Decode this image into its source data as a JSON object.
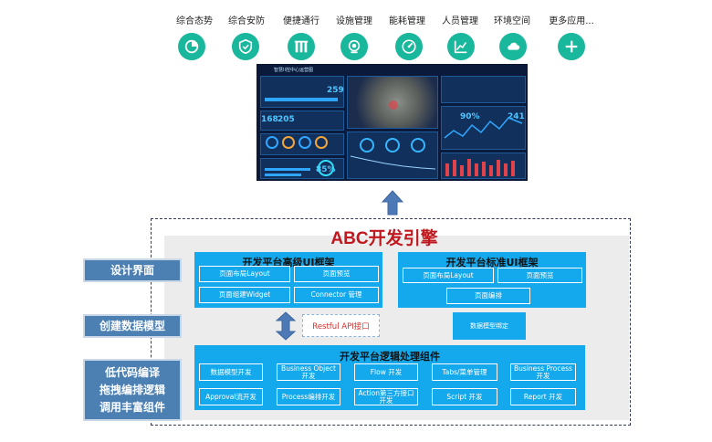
{
  "top_nav": {
    "items": [
      {
        "label": "综合态势",
        "icon": "pie-chart-icon"
      },
      {
        "label": "综合安防",
        "icon": "shield-check-icon"
      },
      {
        "label": "便捷通行",
        "icon": "turnstile-icon"
      },
      {
        "label": "设施管理",
        "icon": "camera-icon"
      },
      {
        "label": "能耗管理",
        "icon": "gauge-icon"
      },
      {
        "label": "人员管理",
        "icon": "line-chart-icon"
      },
      {
        "label": "环境空间",
        "icon": "cloud-icon"
      },
      {
        "label": "更多应用...",
        "icon": "plus-icon"
      }
    ],
    "icon_color": "#19b79b"
  },
  "dashboard": {
    "title": "智慧II控中心运营图",
    "numbers": [
      "259",
      "168",
      "205",
      "90%",
      "241",
      "85%"
    ]
  },
  "engine": {
    "title": "ABC开发引擎",
    "title_color": "#c0181e"
  },
  "left_labels": {
    "design": "设计界面",
    "data_model": "创建数据模型",
    "lowcode": [
      "低代码编译",
      "拖拽编排逻辑",
      "调用丰富组件"
    ]
  },
  "advanced_ui": {
    "title": "开发平台高级UI框架",
    "cells": [
      "页面布局Layout",
      "页面预览",
      "页面组建Widget",
      "Connector 管理"
    ]
  },
  "standard_ui": {
    "title": "开发平台标准UI框架",
    "cells": [
      "页面布局Layout",
      "页面预览",
      "页面编排"
    ]
  },
  "restful": "Restful API接口",
  "data_model_binding": "数据模型绑定",
  "logic": {
    "title": "开发平台逻辑处理组件",
    "row1": [
      "数据模型开发",
      "Business Object 开发",
      "Flow 开发",
      "Tabs/菜单管理",
      "Business Process 开发"
    ],
    "row2": [
      "Approval流开发",
      "Process编排开发",
      "Action第三方接口开发",
      "Script 开发",
      "Report 开发"
    ]
  },
  "colors": {
    "framework_blue": "#14a9ec",
    "left_box": "#4c7fb2",
    "arrow": "#4d79b6"
  }
}
